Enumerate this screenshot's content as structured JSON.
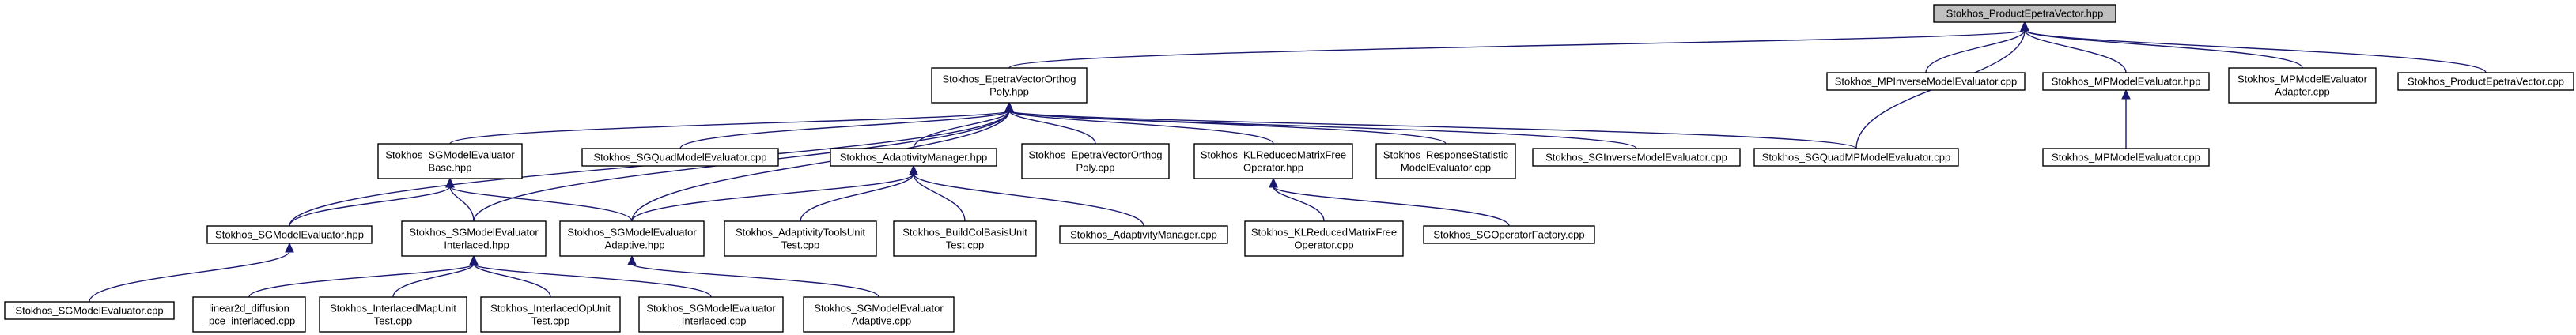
{
  "graph": {
    "nodes": [
      {
        "id": "n0",
        "lines": [
          "Stokhos_ProductEpetraVector.hpp"
        ],
        "root": true
      },
      {
        "id": "n1",
        "lines": [
          "Stokhos_EpetraVectorOrthog",
          "Poly.hpp"
        ]
      },
      {
        "id": "n2",
        "lines": [
          "Stokhos_MPInverseModelEvaluator.cpp"
        ]
      },
      {
        "id": "n3",
        "lines": [
          "Stokhos_MPModelEvaluator.hpp"
        ]
      },
      {
        "id": "n4",
        "lines": [
          "Stokhos_MPModelEvaluator",
          "Adapter.cpp"
        ]
      },
      {
        "id": "n5",
        "lines": [
          "Stokhos_ProductEpetraVector.cpp"
        ]
      },
      {
        "id": "n6",
        "lines": [
          "Stokhos_SGModelEvaluator",
          "Base.hpp"
        ]
      },
      {
        "id": "n7",
        "lines": [
          "Stokhos_SGQuadModelEvaluator.cpp"
        ]
      },
      {
        "id": "n8",
        "lines": [
          "Stokhos_AdaptivityManager.hpp"
        ]
      },
      {
        "id": "n9",
        "lines": [
          "Stokhos_EpetraVectorOrthog",
          "Poly.cpp"
        ]
      },
      {
        "id": "n10",
        "lines": [
          "Stokhos_KLReducedMatrixFree",
          "Operator.hpp"
        ]
      },
      {
        "id": "n11",
        "lines": [
          "Stokhos_ResponseStatistic",
          "ModelEvaluator.cpp"
        ]
      },
      {
        "id": "n12",
        "lines": [
          "Stokhos_SGInverseModelEvaluator.cpp"
        ]
      },
      {
        "id": "n13",
        "lines": [
          "Stokhos_SGQuadMPModelEvaluator.cpp"
        ]
      },
      {
        "id": "n14",
        "lines": [
          "Stokhos_MPModelEvaluator.cpp"
        ]
      },
      {
        "id": "n15",
        "lines": [
          "Stokhos_SGModelEvaluator.hpp"
        ]
      },
      {
        "id": "n16",
        "lines": [
          "Stokhos_SGModelEvaluator",
          "_Interlaced.hpp"
        ]
      },
      {
        "id": "n17",
        "lines": [
          "Stokhos_SGModelEvaluator",
          "_Adaptive.hpp"
        ]
      },
      {
        "id": "n18",
        "lines": [
          "Stokhos_AdaptivityToolsUnit",
          "Test.cpp"
        ]
      },
      {
        "id": "n19",
        "lines": [
          "Stokhos_BuildColBasisUnit",
          "Test.cpp"
        ]
      },
      {
        "id": "n20",
        "lines": [
          "Stokhos_AdaptivityManager.cpp"
        ]
      },
      {
        "id": "n21",
        "lines": [
          "Stokhos_KLReducedMatrixFree",
          "Operator.cpp"
        ]
      },
      {
        "id": "n22",
        "lines": [
          "Stokhos_SGOperatorFactory.cpp"
        ]
      },
      {
        "id": "n23",
        "lines": [
          "Stokhos_SGModelEvaluator.cpp"
        ]
      },
      {
        "id": "n24",
        "lines": [
          "linear2d_diffusion",
          "_pce_interlaced.cpp"
        ]
      },
      {
        "id": "n25",
        "lines": [
          "Stokhos_InterlacedMapUnit",
          "Test.cpp"
        ]
      },
      {
        "id": "n26",
        "lines": [
          "Stokhos_InterlacedOpUnit",
          "Test.cpp"
        ]
      },
      {
        "id": "n27",
        "lines": [
          "Stokhos_SGModelEvaluator",
          "_Interlaced.cpp"
        ]
      },
      {
        "id": "n28",
        "lines": [
          "Stokhos_SGModelEvaluator",
          "_Adaptive.cpp"
        ]
      }
    ],
    "edges": [
      [
        "n0",
        "n1"
      ],
      [
        "n0",
        "n2"
      ],
      [
        "n0",
        "n3"
      ],
      [
        "n0",
        "n4"
      ],
      [
        "n0",
        "n5"
      ],
      [
        "n0",
        "n13"
      ],
      [
        "n3",
        "n14"
      ],
      [
        "n1",
        "n6"
      ],
      [
        "n1",
        "n7"
      ],
      [
        "n1",
        "n8"
      ],
      [
        "n1",
        "n9"
      ],
      [
        "n1",
        "n10"
      ],
      [
        "n1",
        "n11"
      ],
      [
        "n1",
        "n12"
      ],
      [
        "n1",
        "n13"
      ],
      [
        "n1",
        "n15"
      ],
      [
        "n1",
        "n16"
      ],
      [
        "n1",
        "n17"
      ],
      [
        "n6",
        "n15"
      ],
      [
        "n6",
        "n16"
      ],
      [
        "n6",
        "n17"
      ],
      [
        "n8",
        "n17"
      ],
      [
        "n8",
        "n18"
      ],
      [
        "n8",
        "n19"
      ],
      [
        "n8",
        "n20"
      ],
      [
        "n10",
        "n21"
      ],
      [
        "n10",
        "n22"
      ],
      [
        "n15",
        "n23"
      ],
      [
        "n16",
        "n24"
      ],
      [
        "n16",
        "n25"
      ],
      [
        "n16",
        "n26"
      ],
      [
        "n16",
        "n27"
      ],
      [
        "n17",
        "n28"
      ]
    ]
  }
}
